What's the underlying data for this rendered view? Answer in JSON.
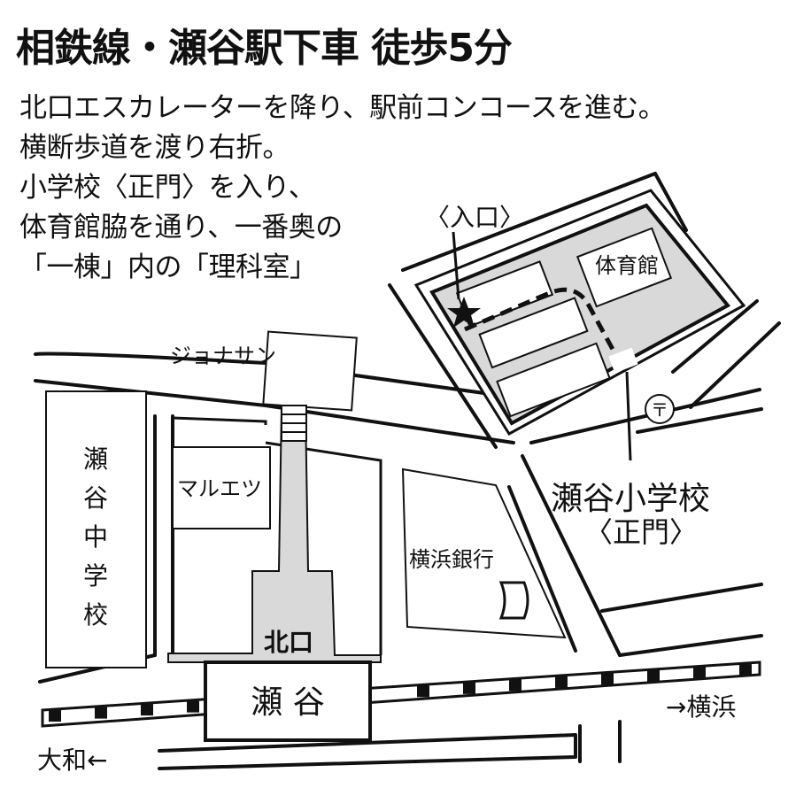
{
  "header": {
    "title": "相鉄線・瀬谷駅下車 徒歩5分"
  },
  "directions": [
    "北口エスカレーターを降り、駅前コンコースを進む。",
    "横断歩道を渡り右折。",
    "小学校〈正門〉を入り、",
    "体育館脇を通り、一番奥の",
    "「一棟」内の「理科室」"
  ],
  "map": {
    "labels": {
      "entrance": "〈入口〉",
      "gym": "体育館",
      "jonathan": "ジョナサン",
      "maruetsu": "マルエツ",
      "junior_high": [
        "瀬",
        "谷",
        "中",
        "学",
        "校"
      ],
      "bank": "横浜銀行",
      "school_name": "瀬谷小学校",
      "school_gate": "〈正門〉",
      "north_exit": "北口",
      "station": "瀬 谷",
      "to_yokohama": "→横浜",
      "to_yamato": "大和←",
      "post_office": "〒"
    },
    "colors": {
      "ink": "#111111",
      "fill": "#d9d9d9",
      "paper": "#ffffff"
    }
  }
}
